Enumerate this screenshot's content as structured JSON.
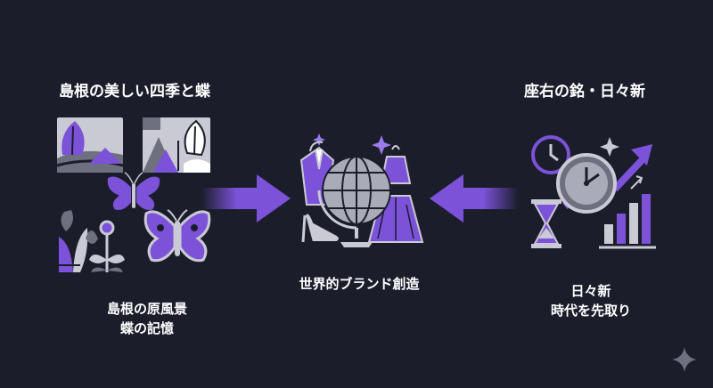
{
  "left": {
    "title": "島根の美しい四季と蝶",
    "caption_lines": [
      "島根の原風景",
      "蝶の記憶"
    ]
  },
  "center": {
    "caption": "世界的ブランド創造"
  },
  "right": {
    "title": "座右の銘・日々新",
    "caption_lines": [
      "日々新",
      "時代を先取り"
    ]
  },
  "colors": {
    "background": "#1b1d2b",
    "accent": "#7b52d8",
    "accent_light": "#9b7bea",
    "gray": "#a9abb8",
    "gray_dark": "#6e7080"
  },
  "icons": {
    "left_group": [
      "leaf-icon",
      "mountain-icon",
      "butterfly-icon",
      "flower-icon"
    ],
    "center_group": [
      "globe-icon",
      "suit-icon",
      "dress-icon",
      "high-heel-icon",
      "sparkle-icon"
    ],
    "right_group": [
      "clock-icon",
      "hourglass-icon",
      "bar-chart-icon",
      "trend-arrow-icon"
    ],
    "corner": "sparkle-icon"
  }
}
